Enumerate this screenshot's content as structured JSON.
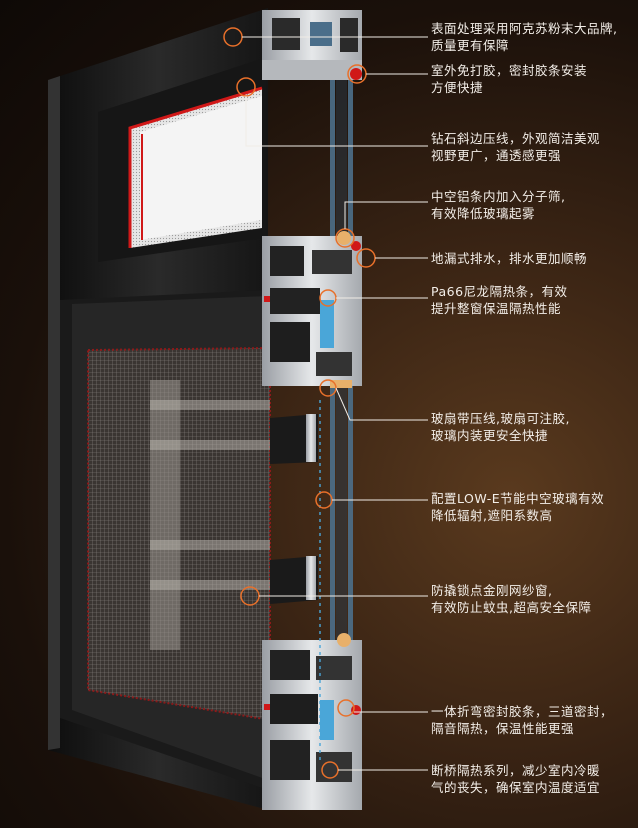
{
  "callouts": [
    {
      "text": "表面处理采用阿克苏粉末大品牌,\n质量更有保障"
    },
    {
      "text": "室外免打胶，密封胶条安装\n方便快捷"
    },
    {
      "text": "钻石斜边压线，外观简洁美观\n视野更广，通透感更强"
    },
    {
      "text": "中空铝条内加入分子筛,\n有效降低玻璃起雾"
    },
    {
      "text": "地漏式排水，排水更加顺畅"
    },
    {
      "text": "Pa66尼龙隔热条，有效\n提升整窗保温隔热性能"
    },
    {
      "text": "玻扇带压线,玻扇可注胶,\n玻璃内装更安全快捷"
    },
    {
      "text": "配置LOW-E节能中空玻璃有效\n降低辐射,遮阳系数高"
    },
    {
      "text": "防撬锁点金刚网纱窗,\n有效防止蚊虫,超高安全保障"
    },
    {
      "text": "一体折弯密封胶条，三道密封，\n隔音隔热，保温性能更强"
    },
    {
      "text": "断桥隔热系列，减少室内冷暖\n气的丧失，确保室内温度适宜"
    }
  ],
  "colors": {
    "accent": "#e8702a",
    "frame": "#1b1b1b",
    "seal": "#d01818",
    "aluminum": "#c9ccd0"
  }
}
